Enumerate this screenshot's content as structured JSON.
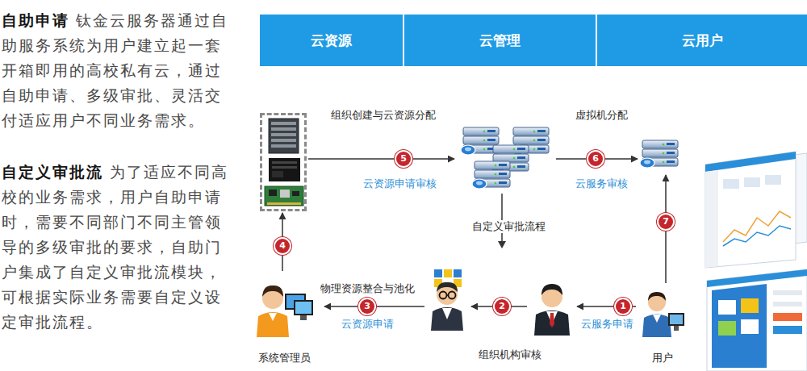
{
  "diagram": {
    "nodes": [
      {
        "text": [
          "云资源"
        ]
      },
      {
        "text": [
          "云管理"
        ]
      },
      {
        "text": [
          "云用户"
        ]
      },
      {
        "text": []
      },
      {
        "text": []
      },
      {
        "text": []
      },
      {
        "text": [
          "系统管理员"
        ]
      },
      {
        "text": []
      },
      {
        "text": []
      },
      {
        "text": [
          "用户"
        ]
      }
    ],
    "edges": [
      {
        "from": 9,
        "to": 8,
        "arrow": "to",
        "label": "云服务申请"
      },
      {
        "from": 8,
        "to": 7,
        "arrow": "to"
      },
      {
        "from": 7,
        "to": 6,
        "arrow": "to",
        "label": "云资源申请"
      },
      {
        "from": 6,
        "to": 3,
        "arrow": "to"
      },
      {
        "from": 3,
        "to": 4,
        "arrow": "to",
        "label": "云资源申请审核"
      },
      {
        "from": 4,
        "to": 5,
        "arrow": "to",
        "label": "云服务审核"
      },
      {
        "from": 9,
        "to": 5,
        "arrow": "to"
      }
    ],
    "labels": [
      "自助申请",
      "钛金云服务器通过自助服务系统为用户建立起一套开箱即用的高校私有云，通过自助申请、多级审批、灵活交付适应用户不同业务需求。",
      "自定义审批流",
      "为了适应不同高校的业务需求，用户自助申请时，需要不同部门不同主管领导的多级审批的要求，自助门户集成了自定义审批流模块，可根据实际业务需要自定义设定审批流程。",
      "组织创建与云资源分配",
      "虚拟机分配",
      "自定义审批流程",
      "物理资源整合与池化",
      "组织机构审核",
      "1",
      "2",
      "3",
      "4",
      "5",
      "6",
      "7"
    ]
  }
}
